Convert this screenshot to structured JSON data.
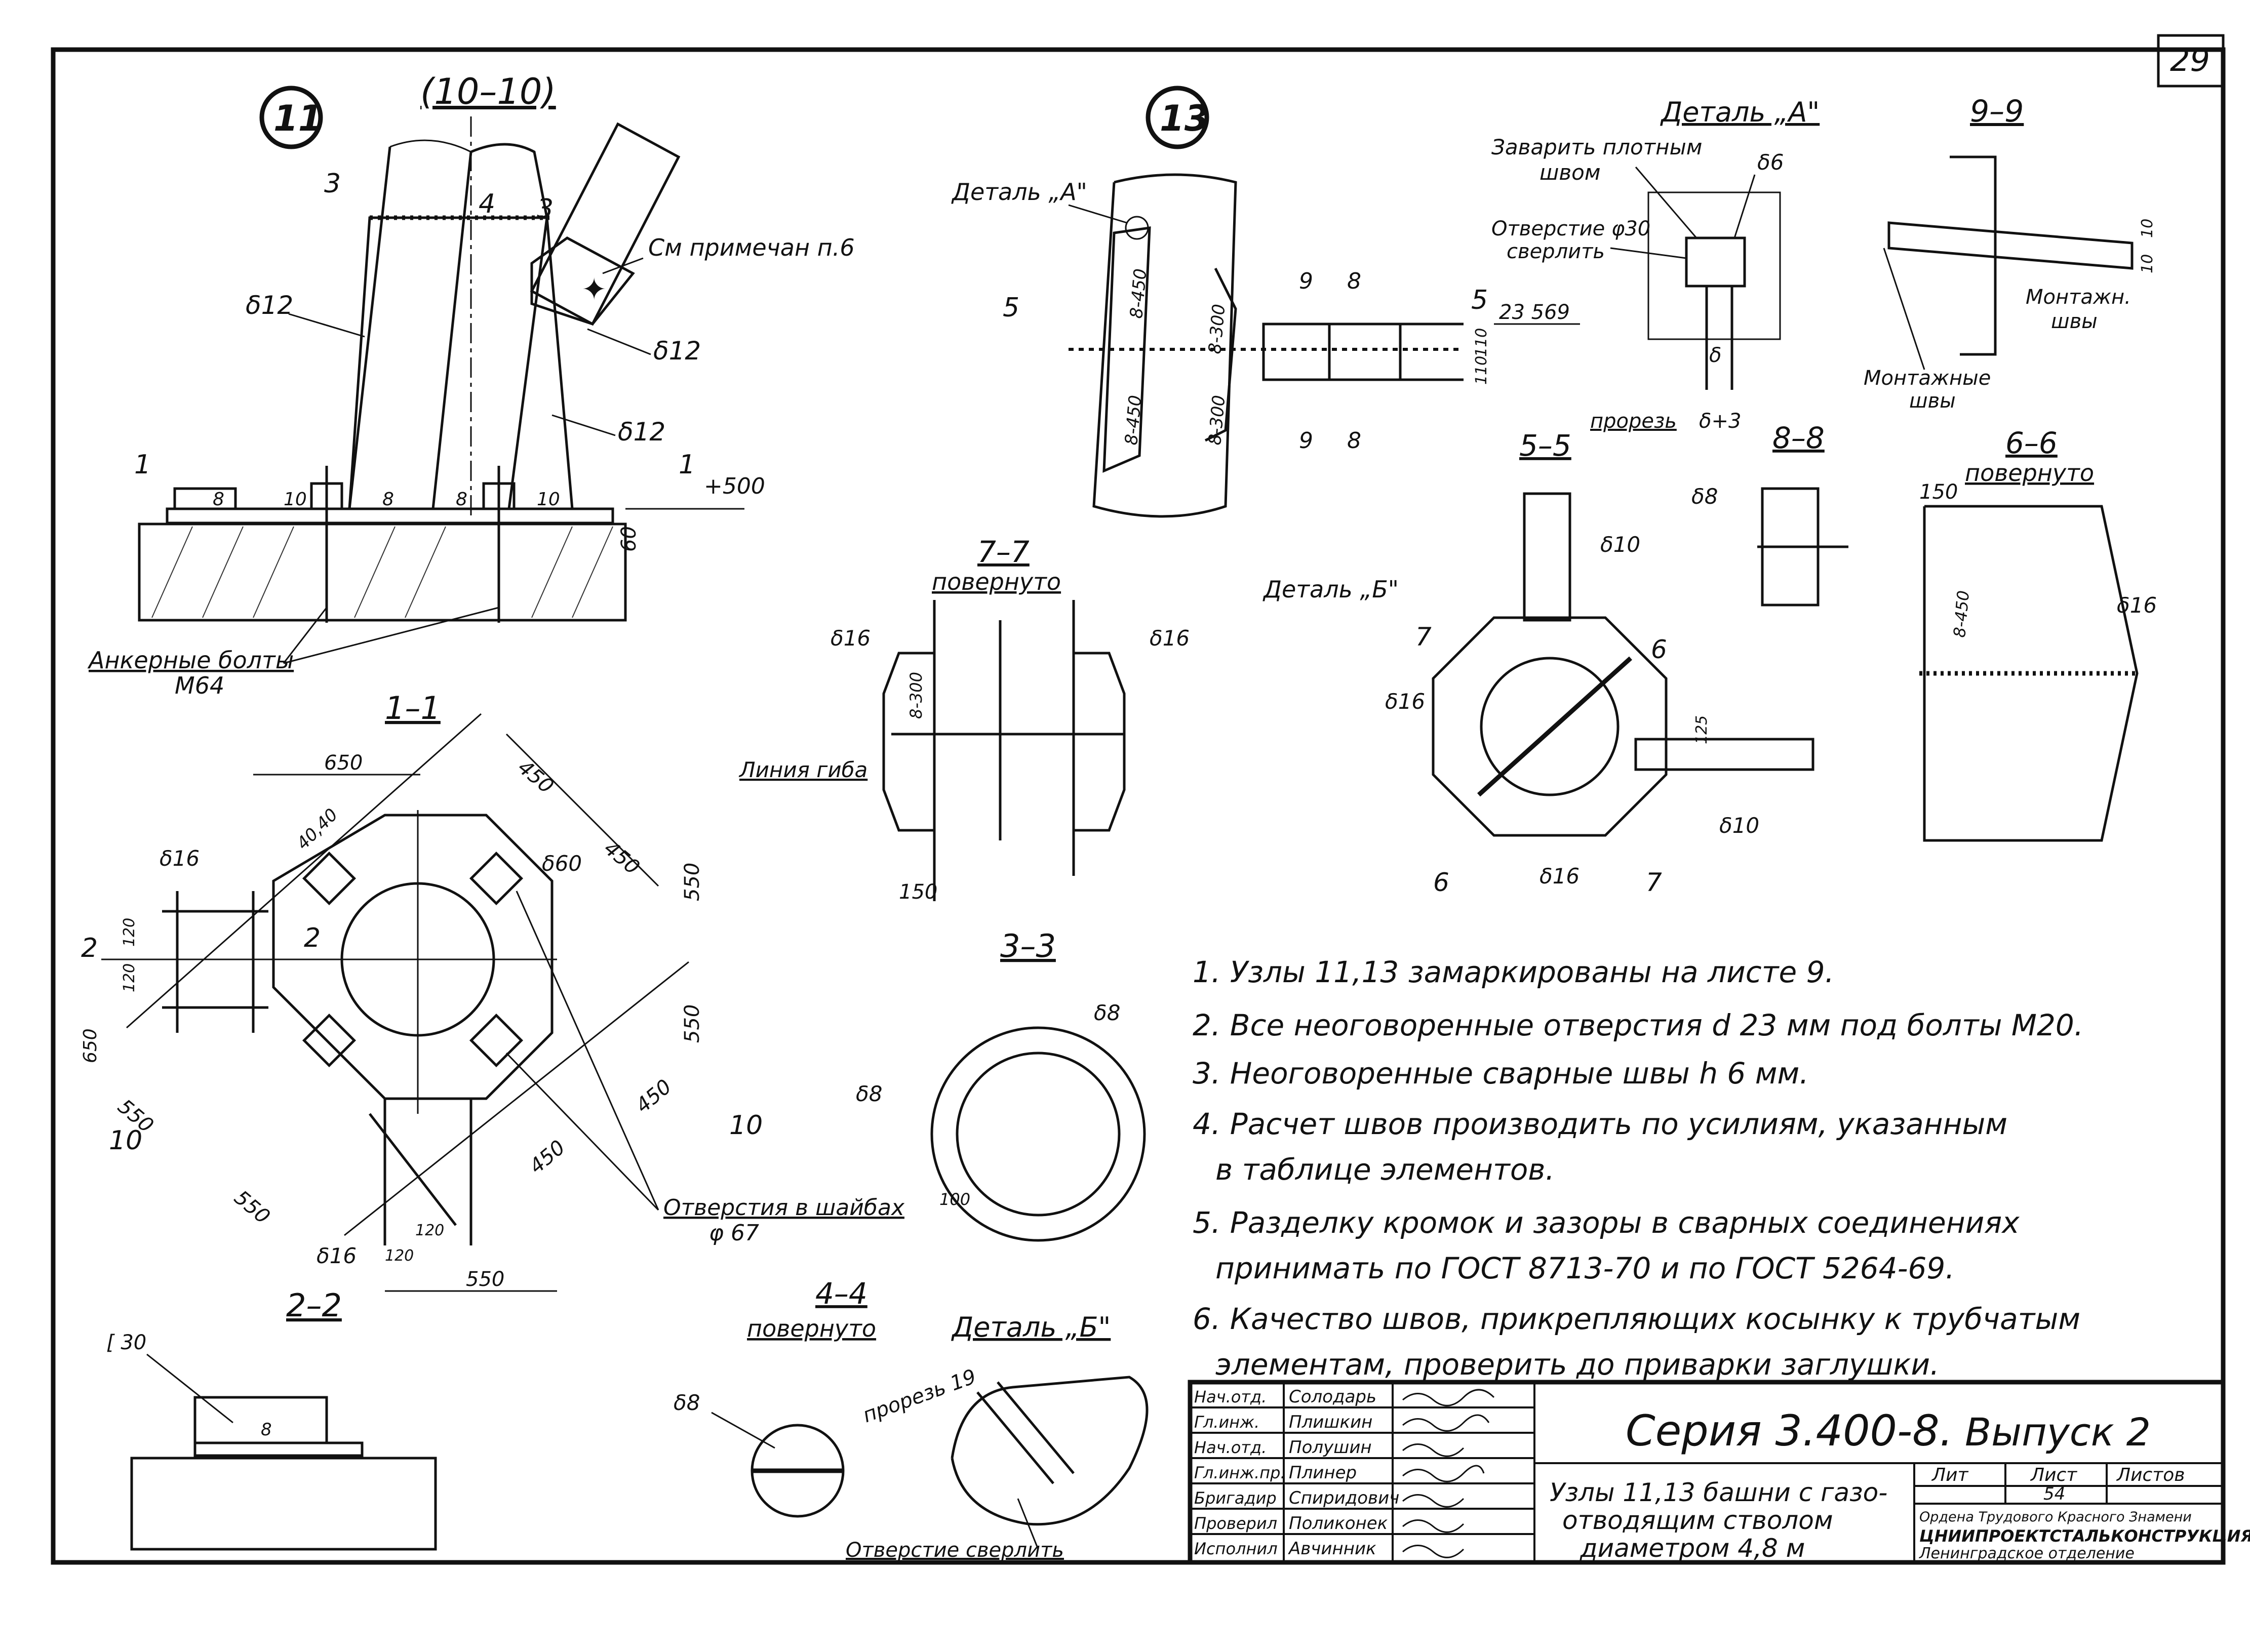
{
  "sheet": {
    "page_number": "29",
    "series": "Серия 3.400-8.",
    "issue": "Выпуск 2",
    "title_lines": [
      "Узлы 11,13 башни с газо-",
      "отводящим стволом",
      "диаметром 4,8 м"
    ],
    "lit_header": "Лит",
    "list_header": "Лист",
    "listov_header": "Листов",
    "list_value": "54",
    "org_lines": [
      "Ордена Трудового Красного Знамени",
      "ЦНИИПРОЕКТСТАЛЬКОНСТРУКЦИЯ",
      "Ленинградское отделение"
    ]
  },
  "staff": [
    {
      "role": "Нач.отд.",
      "name": "Солодарь"
    },
    {
      "role": "Гл.инж.",
      "name": "Плишкин"
    },
    {
      "role": "Нач.отд.",
      "name": "Полушин"
    },
    {
      "role": "Гл.инж.пр.",
      "name": "Плинер"
    },
    {
      "role": "Бригадир",
      "name": "Спиридович"
    },
    {
      "role": "Проверил",
      "name": "Поликонек"
    },
    {
      "role": "Исполнил",
      "name": "Авчинник"
    }
  ],
  "notes": [
    "1. Узлы 11,13 замаркированы на листе 9.",
    "2. Все неоговоренные отверстия d 23 мм под болты М20.",
    "3. Неоговоренные сварные швы h 6 мм.",
    "4. Расчет швов производить по усилиям, указанным",
    "в таблице элементов.",
    "5. Разделку кромок и зазоры в сварных соединениях",
    "принимать по ГОСТ 8713-70 и по ГОСТ 5264-69.",
    "6. Качество швов, прикрепляющих косынку к трубчатым",
    "элементам, проверить до приварки заглушки."
  ],
  "node11": {
    "number": "11",
    "section": "(10–10)",
    "cut3": "3",
    "cut4": "4",
    "cut1": "1",
    "delta12": "δ12",
    "note_ref": "См примечан п.6",
    "elev": "+500",
    "dim60": "60",
    "weld10": "10",
    "weld8": "8",
    "anchor_line1": "Анкерные болты",
    "anchor_line2": "М64"
  },
  "node13": {
    "number": "13",
    "detail_a": "Деталь „А\"",
    "cut5": "5",
    "cut9": "9",
    "cut8": "8",
    "elev": "23 569",
    "dim110": "110",
    "b300": "8-300",
    "b450": "8-450"
  },
  "detail_a": {
    "title": "Деталь „А\"",
    "weld_note1": "Заварить плотным",
    "weld_note2": "швом",
    "hole_note1": "Отверстие φ30",
    "hole_note2": "сверлить",
    "delta6": "δ6",
    "delta": "δ",
    "slot": "прорезь",
    "slot_dim": "δ+3"
  },
  "sec_9_9": {
    "title": "9–9",
    "weld1": "Монтажн.",
    "weld1b": "швы",
    "weld2": "Монтажные",
    "weld2b": "швы",
    "dim": "10"
  },
  "sec_5_5": {
    "title": "5–5",
    "detail_b": "Деталь „Б\"",
    "d10": "δ10",
    "d16": "δ16",
    "d16b": "δ16",
    "d10b": "δ10",
    "c6": "6",
    "c7": "7",
    "d125": "125"
  },
  "sec_8_8": {
    "title": "8–8",
    "d8": "δ8"
  },
  "sec_6_6": {
    "title": "6–6",
    "sub": "повернуто",
    "dim150": "150",
    "d16": "δ16",
    "b450": "8-450"
  },
  "sec_7_7": {
    "title": "7–7",
    "sub": "повернуто",
    "d16a": "δ16",
    "d16b": "δ16",
    "bend": "Линия гиба",
    "dim150": "150",
    "b300": "8-300"
  },
  "sec_1_1": {
    "title": "1–1",
    "d650": "650",
    "d450a": "450",
    "d450b": "450",
    "d450c": "450",
    "d450d": "450",
    "d550a": "550",
    "d550b": "550",
    "d550c": "550",
    "d550d": "550",
    "d550e": "550",
    "d650v": "650",
    "d120a": "120",
    "d120b": "120",
    "d120c": "120",
    "d120d": "120",
    "d16a": "δ16",
    "d16b": "δ16",
    "d60": "δ60",
    "bolt": "40,40",
    "c2": "2",
    "c10": "10",
    "holes1": "Отверстия в шайбах",
    "holes2": "φ 67"
  },
  "sec_2_2": {
    "title": "2–2",
    "ch": "[ 30",
    "w8": "8"
  },
  "sec_3_3": {
    "title": "3–3",
    "d8a": "δ8",
    "d8b": "δ8",
    "d100": "100"
  },
  "sec_4_4": {
    "title": "4–4",
    "sub": "повернуто",
    "d8": "δ8"
  },
  "detail_b": {
    "title": "Деталь „Б\"",
    "slot": "прорезь 19",
    "hole": "Отверстие сверлить"
  }
}
